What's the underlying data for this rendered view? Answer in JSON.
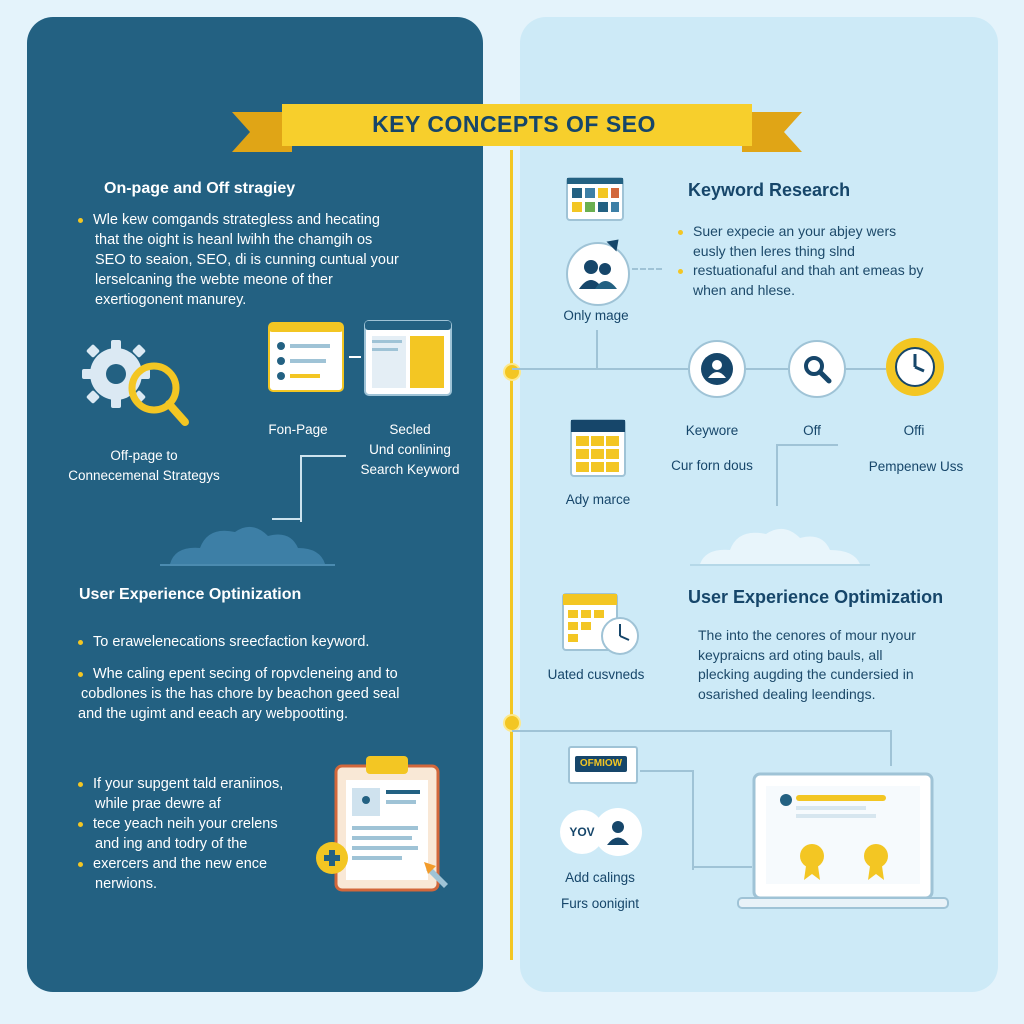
{
  "title": "KEY CONCEPTS OF SEO",
  "left": {
    "section1": {
      "heading": "On-page and Off stragiey",
      "lines": [
        "Wle kew comgands strategless and hecating",
        "that the oight is heanl lwihh the chamgih os",
        "SEO to seaion, SEO, di is cunning cuntual your",
        "lerselcaning the webte meone of ther",
        "exertiogonent manurey."
      ]
    },
    "offpage_label": [
      "Off-page to",
      "Connecemenal Strategys"
    ],
    "fonpage_label": "Fon-Page",
    "secled_label": [
      "Secled",
      "Und conlining",
      "Search Keyword"
    ],
    "section2": {
      "heading": "User Experience Optinization",
      "bullet1": "To erawelenecations sreecfaction keyword.",
      "bullet2": [
        "Whe caling epent secing of ropvcleneing and to",
        "cobdlones is the has chore by beachon geed seal",
        "and the ugimt and eeach ary webpootting."
      ]
    },
    "section3": {
      "lines": [
        "If your supgent tald eraniinos,",
        "while prae dewre af",
        "tece yeach neih your crelens",
        "and ing and todry of the",
        "exercers and the new ence",
        "nerwions."
      ]
    }
  },
  "right": {
    "keyword_research": {
      "heading": "Keyword Research",
      "lines": [
        "Suer expecie an your abjey wers",
        "eusly then leres thing slnd",
        "restuationaful and thah ant emeas by",
        "when and hlese."
      ]
    },
    "only_mage": "Only mage",
    "circles": [
      {
        "label": "Keywore",
        "sub": "Cur forn dous"
      },
      {
        "label": "Off",
        "sub": ""
      },
      {
        "label": "Offi",
        "sub": "Pempenew Uss"
      }
    ],
    "ady_marce": "Ady marce",
    "uxo": {
      "heading": "User Experience Optimization",
      "lines": [
        "The into the cenores of mour nyour",
        "keypraicns ard oting bauls, all",
        "plecking augding the cundersied in",
        "osarished dealing leendings."
      ]
    },
    "uated_label": "Uated cusvneds",
    "badge_text": "OFMIOW",
    "you_text": "YOV",
    "add_label": [
      "Add calings",
      "Furs oonigint"
    ]
  },
  "colors": {
    "left_panel": "#236182",
    "right_panel": "#cdeaf7",
    "accent": "#f3c623",
    "navy": "#16466a"
  }
}
